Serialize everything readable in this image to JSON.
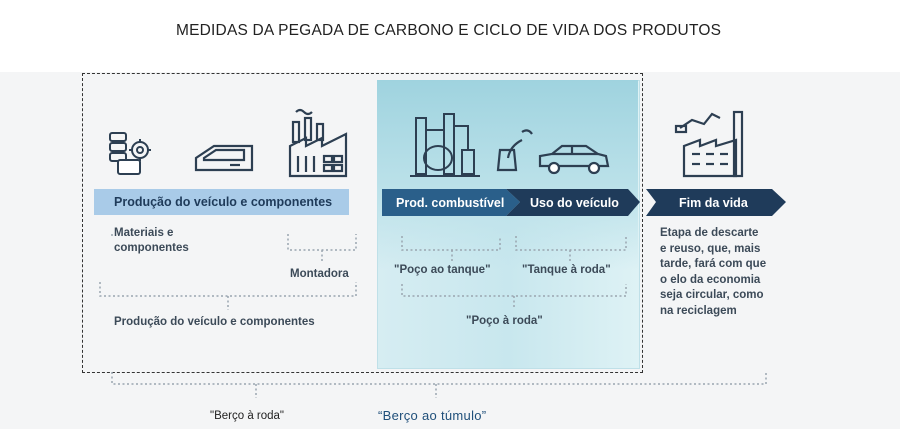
{
  "title": "MEDIDAS DA PEGADA DE CARBONO E CICLO DE VIDA DOS PRODUTOS",
  "stages": {
    "production": "Produção do veículo e componentes",
    "fuel": "Prod. combustível",
    "use": "Uso do veículo",
    "end": "Fim da vida"
  },
  "labels": {
    "materials_line1": "Materiais e",
    "materials_line2": "componentes",
    "assembly": "Montadora",
    "production_total": "Produção do veículo e componentes",
    "well_to_tank": "\"Poço ao tanque\"",
    "tank_to_wheel": "\"Tanque à roda\"",
    "well_to_wheel": "\"Poço à roda\"",
    "cradle_to_wheel": "\"Berço à roda\"",
    "cradle_to_grave": "“Berço ao túmulo”"
  },
  "end_description": [
    "Etapa de descarte",
    "e reuso, que, mais",
    "tarde, fará com que",
    "o elo da economia",
    "seja circular, como",
    "na reciclagem"
  ],
  "icons": {
    "materials": "materials-gears-icon",
    "car_part": "car-door-icon",
    "factory": "factory-icon",
    "refinery": "refinery-icon",
    "fuel_nozzle": "fuel-nozzle-icon",
    "car": "car-icon",
    "recycling_factory": "recycling-factory-icon"
  },
  "colors": {
    "bar_light": "#a9cbe8",
    "bar_dark": "#1f3b5a",
    "bar_mid": "#2a5f8a",
    "icon_stroke": "#2d3f52",
    "highlight": "#c8e7ee"
  }
}
